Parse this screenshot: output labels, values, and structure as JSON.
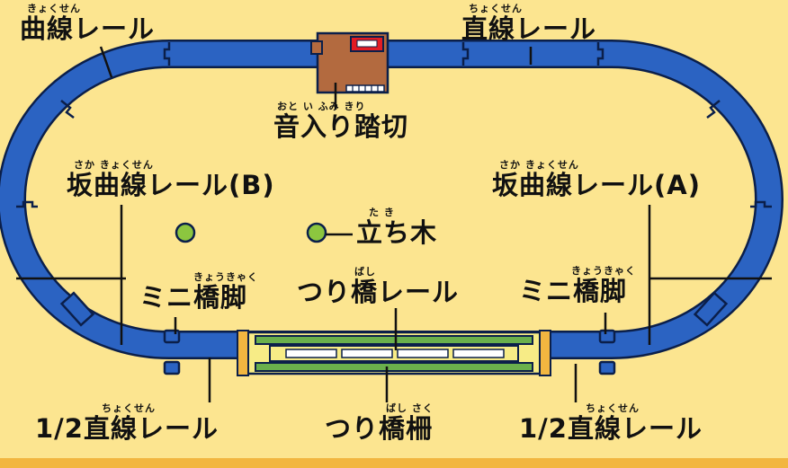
{
  "labels": {
    "curve_rail": {
      "ruby": "きょくせん",
      "text": "曲線レール"
    },
    "straight_rail": {
      "ruby": "ちょくせん",
      "text": "直線レール"
    },
    "crossing": {
      "ruby": "おと い ふみ きり",
      "text": "音入り踏切"
    },
    "slope_b": {
      "ruby": "さか きょくせん",
      "text": "坂曲線レール(B)"
    },
    "slope_a": {
      "ruby": "さか きょくせん",
      "text": "坂曲線レール(A)"
    },
    "tree": {
      "ruby": "た き",
      "text": "立ち木"
    },
    "mini_pier_left": {
      "ruby": "きょうきゃく",
      "text": "ミニ橋脚"
    },
    "mini_pier_right": {
      "ruby": "きょうきゃく",
      "text": "ミニ橋脚"
    },
    "bridge_rail": {
      "ruby": "ばし",
      "text": "つり橋レール"
    },
    "half_straight_left": {
      "ruby": "ちょくせん",
      "text": "1/2直線レール"
    },
    "half_straight_right": {
      "ruby": "ちょくせん",
      "text": "1/2直線レール"
    },
    "bridge_fence": {
      "ruby": "ばし さく",
      "text": "つり橋柵"
    }
  },
  "colors": {
    "background": "#fce590",
    "rail": "#2b63c2",
    "rail_outline": "#0b1f4a",
    "tree": "#8cc63f",
    "crossing_body": "#b36a3f",
    "crossing_sign": "#e31b23",
    "bridge_green": "#6ab04c",
    "bridge_yellow": "#f7ec86",
    "accent_bar": "#f2b640"
  }
}
